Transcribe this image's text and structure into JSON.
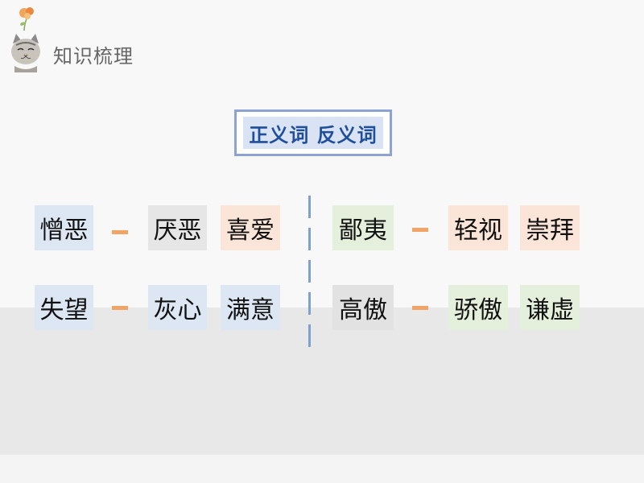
{
  "page": {
    "title": "知识梳理",
    "header": "正义词 反义词"
  },
  "rows": {
    "left_top": {
      "word": "憎恶",
      "synonym": "厌恶",
      "antonym": "喜爱"
    },
    "left_bottom": {
      "word": "失望",
      "synonym": "灰心",
      "antonym": "满意"
    },
    "right_top": {
      "word": "鄙夷",
      "synonym": "轻视",
      "antonym": "崇拜"
    },
    "right_bottom": {
      "word": "高傲",
      "synonym": "骄傲",
      "antonym": "谦虚"
    }
  },
  "colors": {
    "header_border": "#8ea3d4",
    "header_fill": "#d9e3f4",
    "header_text": "#1f4e9a",
    "dash": "#f2a466",
    "divider": "#7ea2cf",
    "word_blue": "#dde6f3",
    "word_gray": "#e6e6e6",
    "word_peach": "#fbe5d8",
    "word_green": "#e4efdc"
  },
  "icons": [
    "cat-mascot-icon",
    "flower-icon"
  ]
}
